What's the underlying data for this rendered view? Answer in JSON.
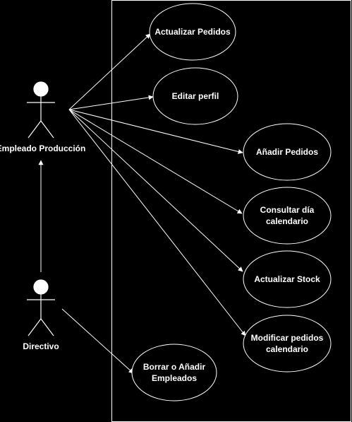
{
  "diagram": {
    "type": "use-case",
    "actors": [
      {
        "id": "empleado",
        "label": "Empleado Producción"
      },
      {
        "id": "directivo",
        "label": "Directivo"
      }
    ],
    "use_cases": [
      {
        "id": "uc1",
        "lines": [
          "Actualizar Pedidos"
        ]
      },
      {
        "id": "uc2",
        "lines": [
          "Editar perfil"
        ]
      },
      {
        "id": "uc3",
        "lines": [
          "Añadir Pedidos"
        ]
      },
      {
        "id": "uc4",
        "lines": [
          "Consultar día",
          "calendario"
        ]
      },
      {
        "id": "uc5",
        "lines": [
          "Actualizar Stock"
        ]
      },
      {
        "id": "uc6",
        "lines": [
          "Modificar pedidos",
          "calendario"
        ]
      },
      {
        "id": "uc7",
        "lines": [
          "Borrar o Añadir",
          "Empleados"
        ]
      }
    ],
    "associations": [
      {
        "from": "empleado",
        "to": "uc1"
      },
      {
        "from": "empleado",
        "to": "uc2"
      },
      {
        "from": "empleado",
        "to": "uc3"
      },
      {
        "from": "empleado",
        "to": "uc4"
      },
      {
        "from": "empleado",
        "to": "uc5"
      },
      {
        "from": "empleado",
        "to": "uc6"
      },
      {
        "from": "directivo",
        "to": "uc7"
      }
    ],
    "generalizations": [
      {
        "from": "directivo",
        "to": "empleado"
      }
    ]
  }
}
